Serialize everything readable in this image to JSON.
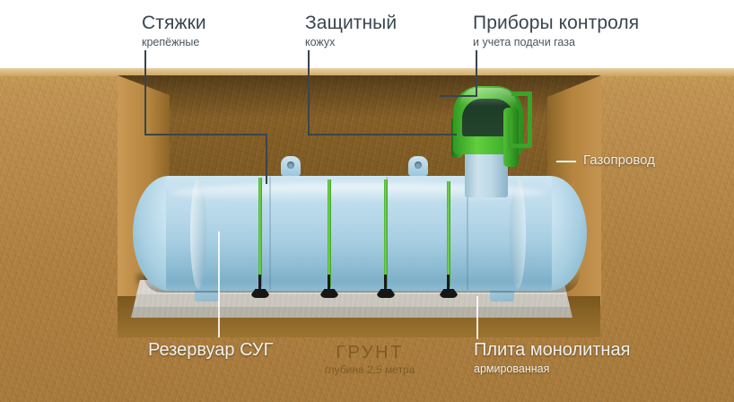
{
  "scene": {
    "alt": "Схема подземной газгольдерной установки",
    "colors": {
      "soil": "#c2944f",
      "pit": "#7d5922",
      "tank": "#b7d8e9",
      "strap_green": "#4cbb33",
      "slab": "#c9c6bd",
      "label_dark": "#38464f",
      "label_light": "#f3f1ec"
    }
  },
  "callouts": {
    "top": [
      {
        "title": "Стяжки",
        "subtitle": "крепёжные"
      },
      {
        "title": "Защитный",
        "subtitle": "кожух"
      },
      {
        "title": "Приборы контроля",
        "subtitle": "и учета подачи газа"
      }
    ],
    "right": [
      {
        "title": "Газопровод",
        "subtitle": ""
      }
    ],
    "bottom": [
      {
        "title": "Резервуар СУГ",
        "subtitle": ""
      },
      {
        "title": "Плита монолитная",
        "subtitle": "армированная"
      }
    ],
    "soil": [
      {
        "title": "ГРУНТ",
        "subtitle": "глубина 2,5 метра"
      }
    ]
  },
  "parts": {
    "tank_label": "Резервуар СУГ",
    "cover_label": "Защитный кожух",
    "straps_label": "Стяжки крепёжные",
    "instruments_label": "Приборы контроля",
    "pipeline_label": "Газопровод",
    "slab_label": "Плита монолитная",
    "soil_label": "ГРУНТ",
    "depth_label": "глубина 2,5 метра"
  },
  "icons": {
    "leader_line": "leader-line-icon",
    "dash_marker": "dash-marker-icon",
    "lifting_lug": "lifting-lug-icon",
    "anchor": "anchor-bolt-icon"
  }
}
